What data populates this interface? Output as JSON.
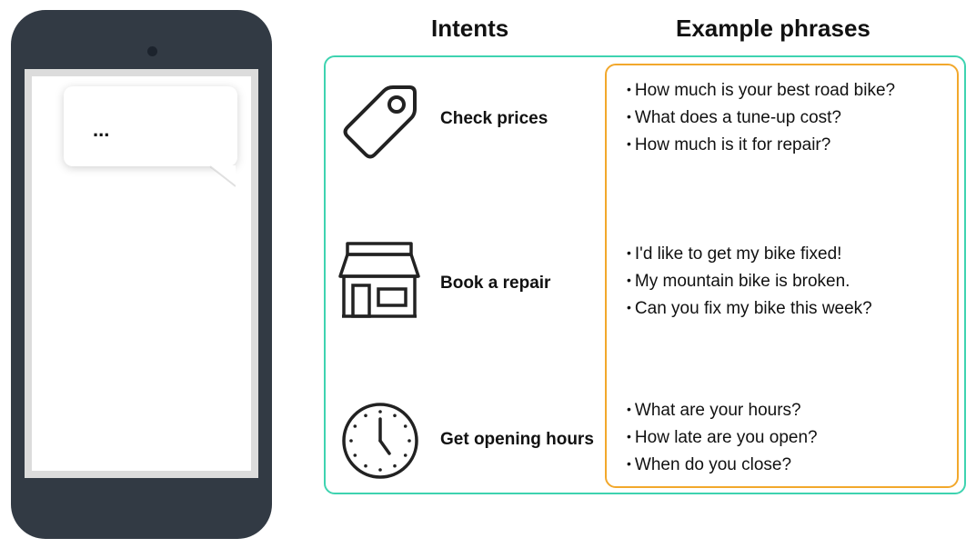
{
  "phone": {
    "bubble_text": "...",
    "colors": {
      "body": "#323a44",
      "screen": "#ffffff",
      "bezel": "#dcdcdc"
    }
  },
  "headers": {
    "intents": "Intents",
    "phrases": "Example phrases"
  },
  "colors": {
    "intents_border": "#3ed3b0",
    "phrases_border": "#f2a82c"
  },
  "intents": [
    {
      "icon": "price-tag-icon",
      "label": "Check prices",
      "phrases": [
        "How much is your best road bike?",
        "What does a tune-up cost?",
        "How much is it for repair?"
      ]
    },
    {
      "icon": "shop-icon",
      "label": "Book a repair",
      "phrases": [
        "I'd like to get my bike fixed!",
        "My mountain bike is broken.",
        "Can you fix my bike this week?"
      ]
    },
    {
      "icon": "clock-icon",
      "label": "Get opening hours",
      "phrases": [
        "What are your hours?",
        "How late are you open?",
        "When do you close?"
      ]
    }
  ]
}
